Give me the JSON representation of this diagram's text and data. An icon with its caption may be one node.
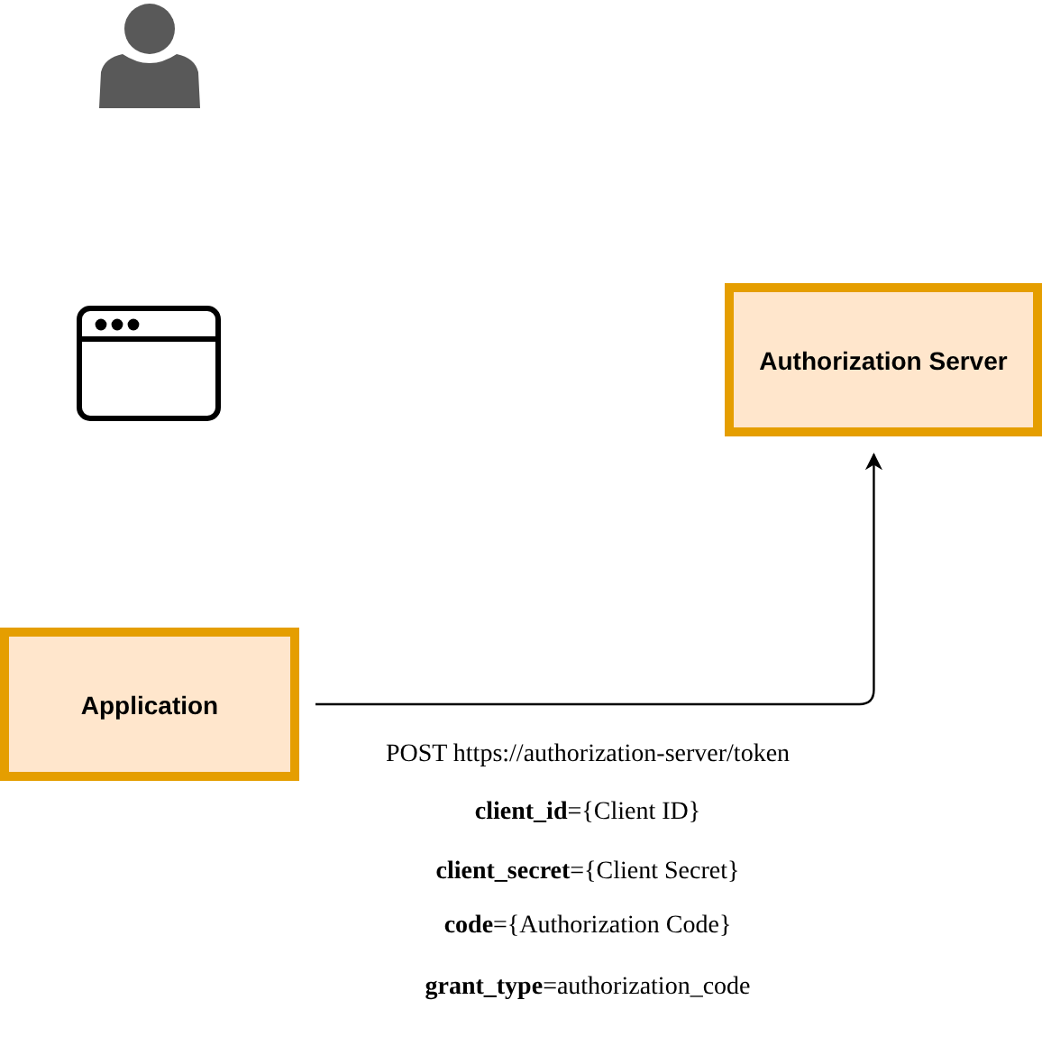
{
  "diagram": {
    "nodes": [
      {
        "text": [
          "Authorization Server"
        ]
      },
      {
        "text": [
          "Application"
        ]
      }
    ],
    "edges": [
      {
        "from": 1,
        "to": 0,
        "arrow": "to"
      }
    ],
    "labels": [
      "POST https://authorization-server/token",
      "**client_id**={Client ID}",
      "**client_secret**={Client Secret}",
      "**code**={Authorization Code}",
      "**grant_type**=authorization_code"
    ]
  }
}
